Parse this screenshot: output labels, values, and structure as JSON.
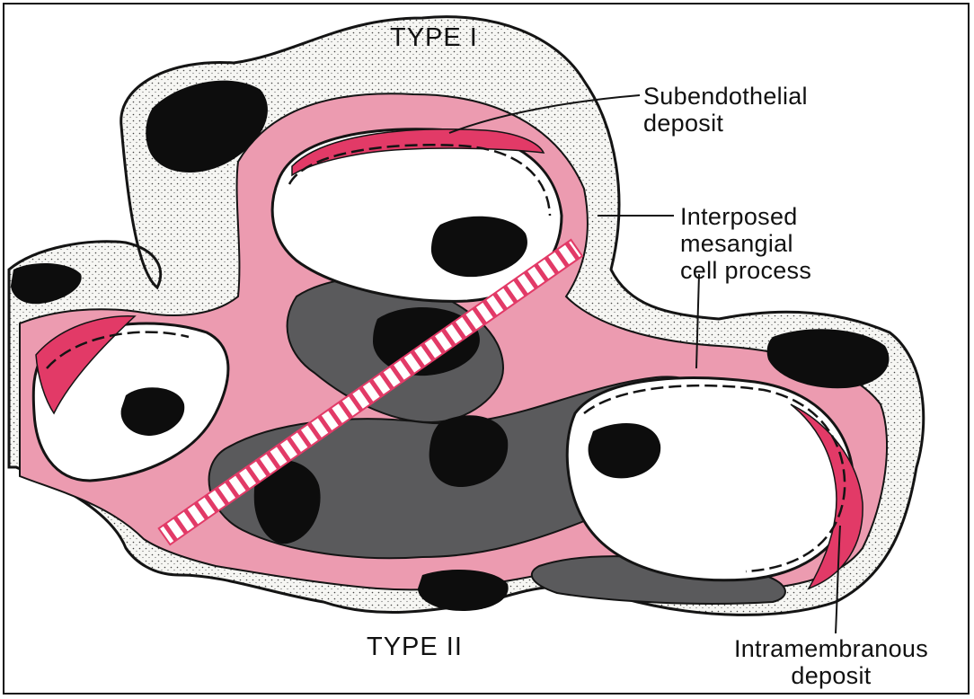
{
  "diagram": {
    "title_top": "TYPE I",
    "title_bottom": "TYPE II",
    "labels": {
      "subendothelial": [
        "Subendothelial",
        "deposit"
      ],
      "interposed": [
        "Interposed",
        "mesangial",
        "cell process"
      ],
      "intramembranous": [
        "Intramembranous",
        "deposit"
      ]
    },
    "colors": {
      "pink": "#ec9bb0",
      "magenta": "#e23a67",
      "mesangium": "#5a5a5c",
      "nucleus": "#0d0d0d",
      "stipple": "#f6f6f3",
      "outline": "#141414"
    }
  }
}
